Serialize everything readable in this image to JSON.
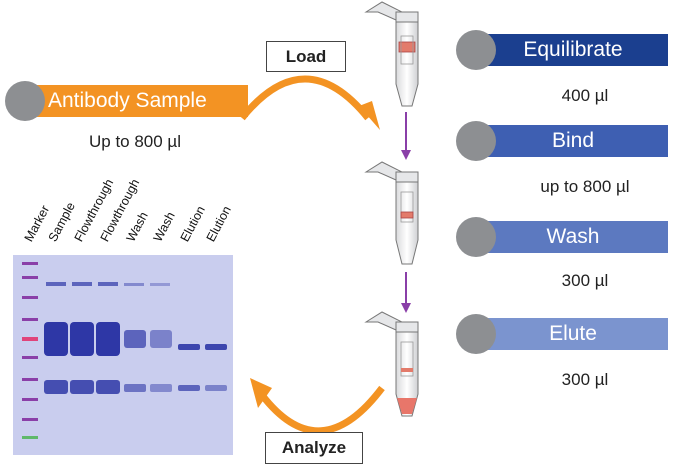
{
  "sample": {
    "label": "Antibody Sample",
    "volume": "Up to 800 µl"
  },
  "actions": {
    "load": "Load",
    "analyze": "Analyze"
  },
  "steps": [
    {
      "label": "Equilibrate",
      "volume": "400 µl",
      "color": "#1b3f8f"
    },
    {
      "label": "Bind",
      "volume": "up to 800 µl",
      "color": "#3e5fb2"
    },
    {
      "label": "Wash",
      "volume": "300 µl",
      "color": "#5c79c0"
    },
    {
      "label": "Elute",
      "volume": "300 µl",
      "color": "#7b94cf"
    }
  ],
  "gel_lanes": [
    "Marker",
    "Sample",
    "Flowthrough",
    "Flowthrough",
    "Wash",
    "Wash",
    "Elution",
    "Elution"
  ],
  "colors": {
    "orange": "#f39323",
    "purple": "#8a3fa8",
    "gel_bg": "#c9cdee",
    "band": "#2e37a6"
  }
}
